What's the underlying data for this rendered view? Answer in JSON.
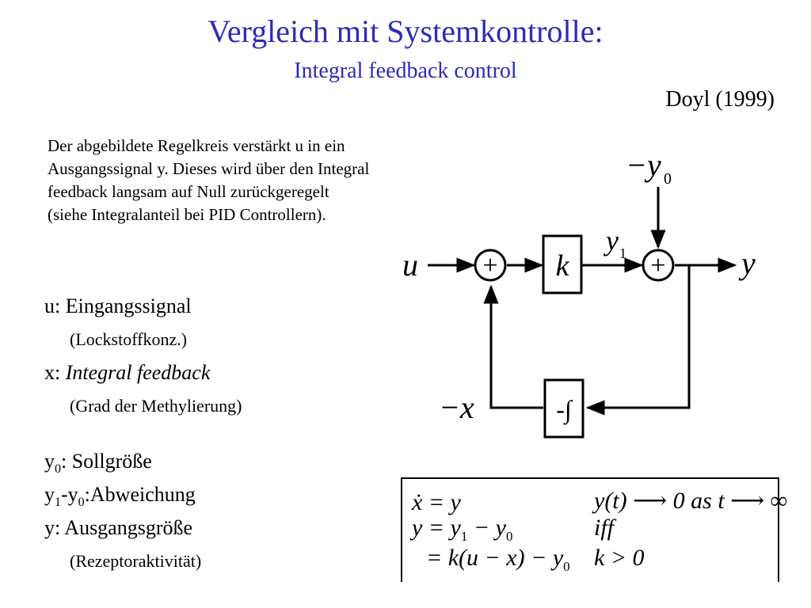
{
  "header": {
    "title": "Vergleich mit Systemkontrolle:",
    "subtitle": "Integral feedback control",
    "citation": "Doyl (1999)"
  },
  "description": {
    "lines": [
      "Der abgebildete Regelkreis verstärkt u in ein",
      "Ausgangssignal y. Dieses wird über den Integral",
      "feedback langsam auf Null zurückgeregelt",
      "(siehe Integralanteil bei PID Controllern)."
    ]
  },
  "definitions": {
    "u_label": "u: Eingangssignal",
    "u_note": "(Lockstoffkonz.)",
    "x_prefix": "x: ",
    "x_label": "Integral feedback",
    "x_note": "(Grad der Methylierung)",
    "y0_prefix": "y",
    "y0_sub": "0",
    "y0_label": ": Sollgröße",
    "dev_a": "y",
    "dev_a_sub": "1",
    "dev_mid": "-y",
    "dev_b_sub": "0",
    "dev_label": ":Abweichung",
    "y_label": "y: Ausgangsgröße",
    "y_note": "(Rezeptoraktivität)"
  },
  "diagram": {
    "input": "u",
    "output": "y",
    "setpoint": "−y",
    "setpoint_sub": "0",
    "intermediate": "y",
    "intermediate_sub": "1",
    "gain": "k",
    "integrator": "-∫",
    "feedback": "−x",
    "sum_symbol": "+"
  },
  "equations": {
    "eq1": "ẋ = y",
    "eq2_a": "y = y",
    "eq2_sub1": "1",
    "eq2_b": " − y",
    "eq2_sub2": "0",
    "eq3_a": "= k(u − x) − y",
    "eq3_sub": "0",
    "cond1": "y(t) ⟶ 0 as t ⟶ ∞",
    "cond2": "iff",
    "cond3": "k > 0"
  }
}
